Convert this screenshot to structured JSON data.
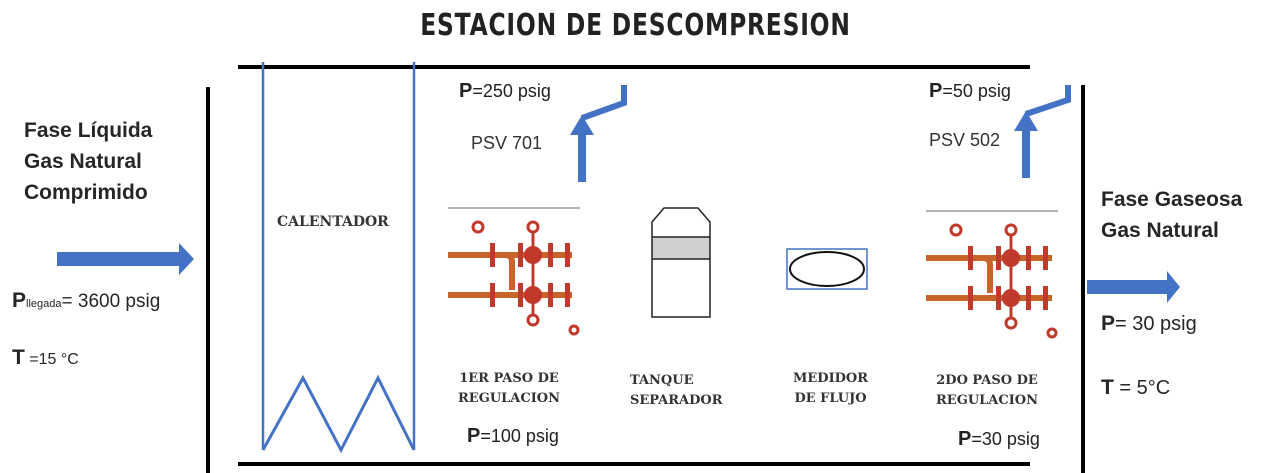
{
  "title": "ESTACION DE DESCOMPRESION",
  "inlet": {
    "lines": [
      "Fase Líquida",
      "Gas Natural",
      "Comprimido"
    ],
    "pressure_symbol": "P",
    "pressure_subscript": "llegada",
    "pressure_value": "= 3600 psig",
    "temp_symbol": "T",
    "temp_value": " =15 °C"
  },
  "outlet": {
    "lines": [
      "Fase Gaseosa",
      "Gas Natural"
    ],
    "pressure_symbol": "P",
    "pressure_value": "= 30 psig",
    "temp_symbol": "T",
    "temp_value": " = 5°C"
  },
  "heater": {
    "label": "CALENTADOR"
  },
  "psv1": {
    "pressure_symbol": "P",
    "pressure_value": "=250 psig",
    "label": "PSV 701"
  },
  "psv2": {
    "pressure_symbol": "P",
    "pressure_value": "=50 psig",
    "label": "PSV 502"
  },
  "stage1": {
    "line1": "1ER PASO DE",
    "line2": "REGULACION",
    "pressure_symbol": "P",
    "pressure_value": "=100 psig"
  },
  "separator": {
    "line1": "TANQUE",
    "line2": "SEPARADOR"
  },
  "meter": {
    "line1": "MEDIDOR",
    "line2": "DE FLUJO"
  },
  "stage2": {
    "line1": "2DO PASO DE",
    "line2": "REGULACION",
    "pressure_symbol": "P",
    "pressure_value": "=30 psig"
  },
  "colors": {
    "line": "#000000",
    "blue": "#4472c4",
    "pipe": "#c8642a",
    "valve": "#c0392b",
    "tank_band": "#d0d0d0"
  }
}
